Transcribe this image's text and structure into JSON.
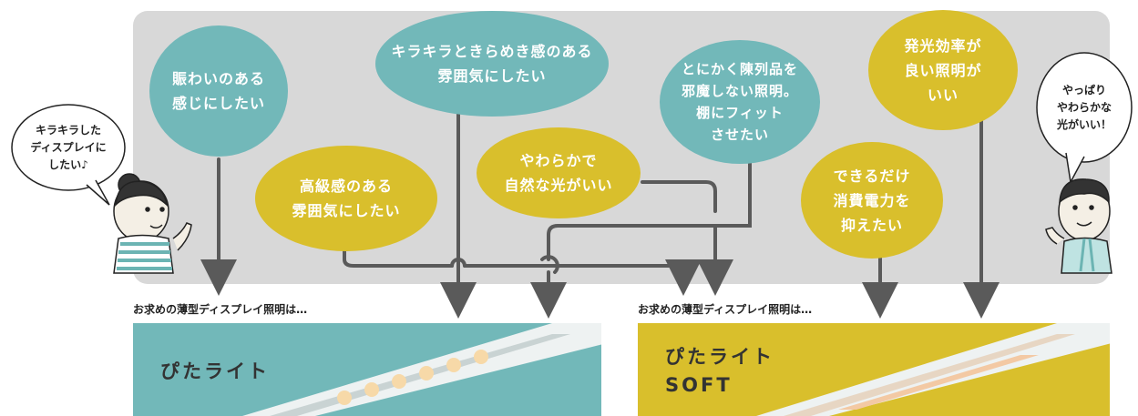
{
  "colors": {
    "teal": "#72b8b9",
    "yellow": "#d9bf2c",
    "panel": "#d8d8d8",
    "line": "#5a5a5a"
  },
  "bubbles": [
    {
      "id": "b1",
      "text": "賑わいのある\n感じにしたい",
      "color": "teal"
    },
    {
      "id": "b2",
      "text": "キラキラときらめき感のある\n雰囲気にしたい",
      "color": "teal"
    },
    {
      "id": "b3",
      "text": "とにかく陳列品を\n邪魔しない照明。\n棚にフィット\nさせたい",
      "color": "teal"
    },
    {
      "id": "b4",
      "text": "発光効率が\n良い照明が\nいい",
      "color": "yellow"
    },
    {
      "id": "b5",
      "text": "高級感のある\n雰囲気にしたい",
      "color": "yellow"
    },
    {
      "id": "b6",
      "text": "やわらかで\n自然な光がいい",
      "color": "yellow"
    },
    {
      "id": "b7",
      "text": "できるだけ\n消費電力を\n抑えたい",
      "color": "yellow"
    }
  ],
  "speech": {
    "left": "キラキラした\nディスプレイに\nしたい♪",
    "right": "やっぱり\nやわらかな\n光がいい！"
  },
  "captions": {
    "left": "お求めの薄型ディスプレイ照明は…",
    "right": "お求めの薄型ディスプレイ照明は…"
  },
  "products": [
    {
      "name": "ぴたライト",
      "color": "teal"
    },
    {
      "name": "ぴたライト\nSOFT",
      "color": "yellow"
    }
  ]
}
